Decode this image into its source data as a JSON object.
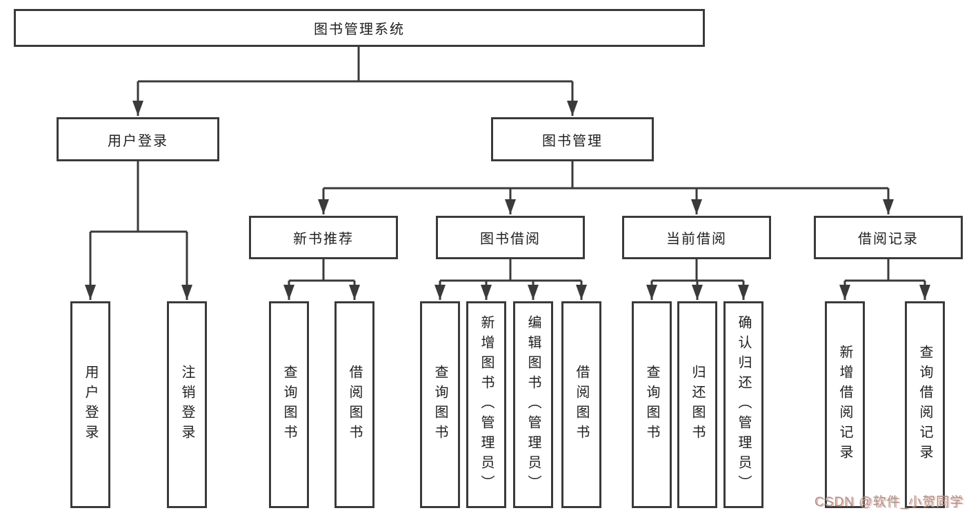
{
  "colors": {
    "line": "#3a3a3a",
    "box_border": "#3a3a3a",
    "box_fill": "#ffffff",
    "text": "#1f1f1f",
    "background": "#ffffff",
    "watermark_gray": "#9b9b9b",
    "watermark_red": "#fc5531"
  },
  "tree": {
    "root": "图书管理系统",
    "children": [
      {
        "label": "用户登录",
        "children": [
          "用户登录",
          "注销登录"
        ]
      },
      {
        "label": "图书管理",
        "children": [
          {
            "label": "新书推荐",
            "children": [
              "查询图书",
              "借阅图书"
            ]
          },
          {
            "label": "图书借阅",
            "children": [
              "查询图书",
              "新增图书（管理员）",
              "编辑图书（管理员）",
              "借阅图书"
            ]
          },
          {
            "label": "当前借阅",
            "children": [
              "查询图书",
              "归还图书",
              "确认归还（管理员）"
            ]
          },
          {
            "label": "借阅记录",
            "children": [
              "新增借阅记录",
              "查询借阅记录"
            ]
          }
        ]
      }
    ]
  },
  "watermark": {
    "text": "CSDN @软件_小贺同学"
  }
}
